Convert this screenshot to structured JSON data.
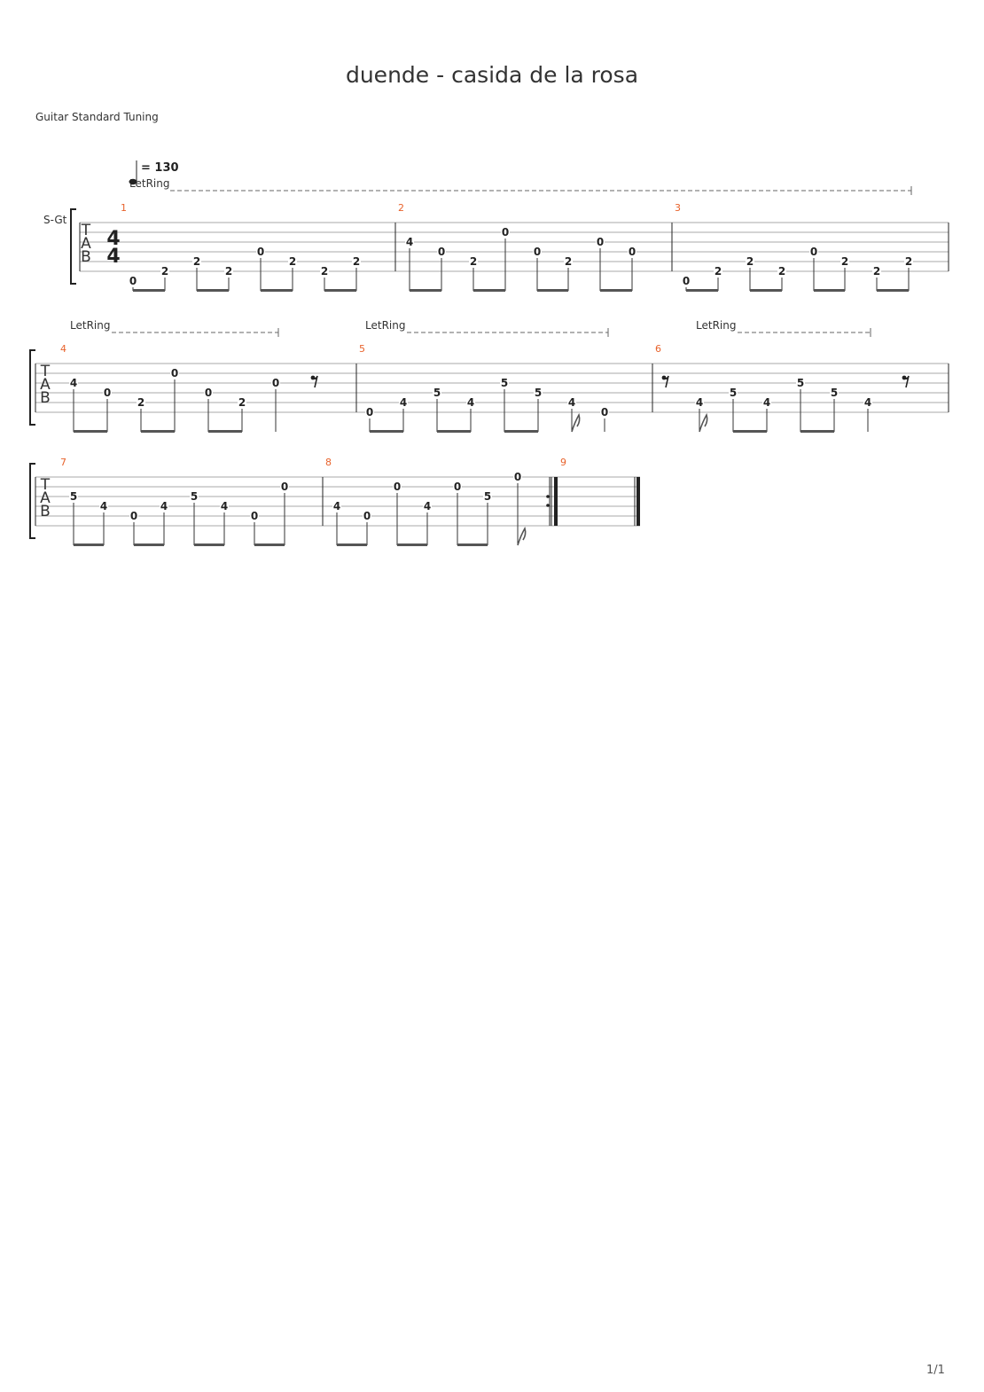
{
  "title": "duende - casida de la rosa",
  "tuning": "Guitar Standard Tuning",
  "tempo": {
    "equals": "= 130"
  },
  "track_label": "S-Gt",
  "tab_clef": [
    "T",
    "A",
    "B"
  ],
  "time_signature": {
    "numerator": "4",
    "denominator": "4"
  },
  "effect_label": "LetRing",
  "page_number": "1/1",
  "measure_numbers": [
    "1",
    "2",
    "3",
    "4",
    "5",
    "6",
    "7",
    "8",
    "9"
  ],
  "colors": {
    "measure_number": "#e8622b",
    "staff_line": "#aaaaaa",
    "ink": "#222222"
  },
  "repeat_end_after_measure": "8",
  "final_barline_after_measure": "9",
  "measures": [
    {
      "number": "1",
      "events": [
        {
          "fret": "0",
          "string": 6
        },
        {
          "fret": "2",
          "string": 5
        },
        {
          "fret": "2",
          "string": 4
        },
        {
          "fret": "2",
          "string": 5
        },
        {
          "fret": "0",
          "string": 3
        },
        {
          "fret": "2",
          "string": 4
        },
        {
          "fret": "2",
          "string": 5
        },
        {
          "fret": "2",
          "string": 4
        }
      ]
    },
    {
      "number": "2",
      "events": [
        {
          "fret": "4",
          "string": 2
        },
        {
          "fret": "0",
          "string": 3
        },
        {
          "fret": "2",
          "string": 4
        },
        {
          "fret": "0",
          "string": 1
        },
        {
          "fret": "0",
          "string": 3
        },
        {
          "fret": "2",
          "string": 4
        },
        {
          "fret": "0",
          "string": 2
        },
        {
          "fret": "0",
          "string": 3
        }
      ]
    },
    {
      "number": "3",
      "events": [
        {
          "fret": "0",
          "string": 6
        },
        {
          "fret": "2",
          "string": 5
        },
        {
          "fret": "2",
          "string": 4
        },
        {
          "fret": "2",
          "string": 5
        },
        {
          "fret": "0",
          "string": 3
        },
        {
          "fret": "2",
          "string": 4
        },
        {
          "fret": "2",
          "string": 5
        },
        {
          "fret": "2",
          "string": 4
        }
      ]
    },
    {
      "number": "4",
      "events": [
        {
          "fret": "4",
          "string": 2
        },
        {
          "fret": "0",
          "string": 3
        },
        {
          "fret": "2",
          "string": 4
        },
        {
          "fret": "0",
          "string": 1
        },
        {
          "fret": "0",
          "string": 3
        },
        {
          "fret": "2",
          "string": 4
        },
        {
          "fret": "0",
          "string": 2
        },
        {
          "rest": "eighth"
        }
      ]
    },
    {
      "number": "5",
      "events": [
        {
          "fret": "0",
          "string": 5
        },
        {
          "fret": "4",
          "string": 4
        },
        {
          "fret": "5",
          "string": 3
        },
        {
          "fret": "4",
          "string": 4
        },
        {
          "fret": "5",
          "string": 2
        },
        {
          "fret": "5",
          "string": 3
        },
        {
          "fret": "4",
          "string": 4
        },
        {
          "fret": "0",
          "string": 5
        }
      ]
    },
    {
      "number": "6",
      "events": [
        {
          "rest": "eighth"
        },
        {
          "fret": "4",
          "string": 4
        },
        {
          "fret": "5",
          "string": 3
        },
        {
          "fret": "4",
          "string": 4
        },
        {
          "fret": "5",
          "string": 2
        },
        {
          "fret": "5",
          "string": 3
        },
        {
          "fret": "4",
          "string": 4
        },
        {
          "rest": "eighth"
        }
      ]
    },
    {
      "number": "7",
      "events": [
        {
          "fret": "5",
          "string": 2
        },
        {
          "fret": "4",
          "string": 3
        },
        {
          "fret": "0",
          "string": 4
        },
        {
          "fret": "4",
          "string": 3
        },
        {
          "fret": "5",
          "string": 2
        },
        {
          "fret": "4",
          "string": 3
        },
        {
          "fret": "0",
          "string": 4
        },
        {
          "fret": "0",
          "string": 1
        }
      ]
    },
    {
      "number": "8",
      "events": [
        {
          "fret": "4",
          "string": 3
        },
        {
          "fret": "0",
          "string": 4
        },
        {
          "fret": "0",
          "string": 1
        },
        {
          "fret": "4",
          "string": 3
        },
        {
          "fret": "0",
          "string": 1
        },
        {
          "fret": "5",
          "string": 2
        },
        {
          "fret": "0",
          "string": 0
        }
      ]
    },
    {
      "number": "9",
      "events": []
    }
  ]
}
